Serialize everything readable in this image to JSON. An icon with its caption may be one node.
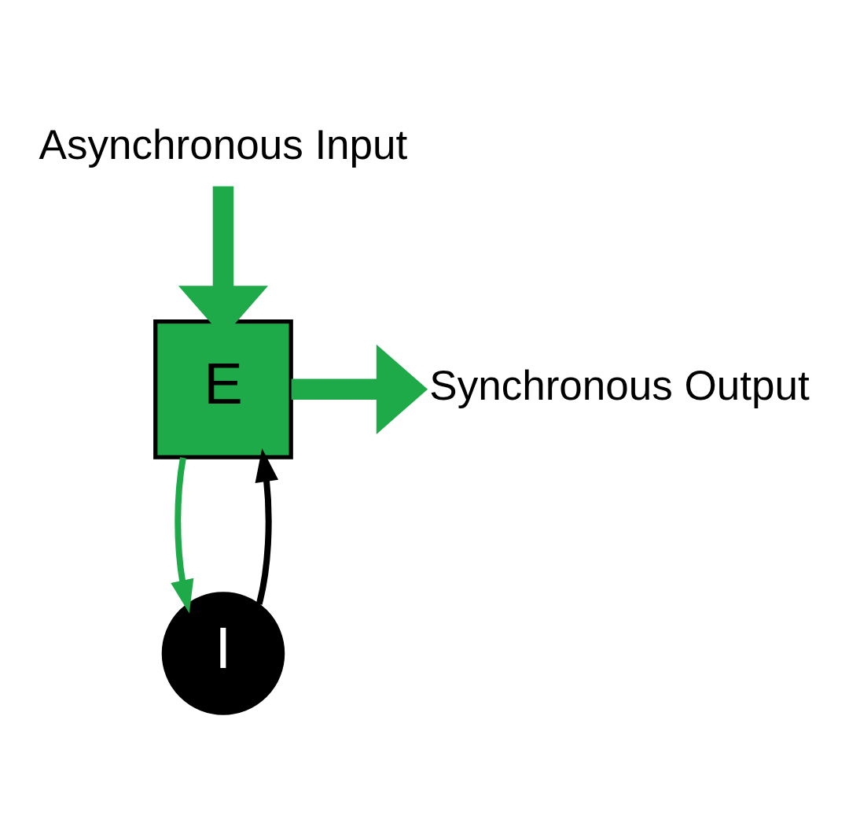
{
  "diagram": {
    "nodes": [
      {
        "text": [
          "Asynchronous Input"
        ]
      },
      {
        "text": [
          "E"
        ]
      },
      {
        "text": [
          "Synchronous Output"
        ]
      },
      {
        "text": [
          "I"
        ]
      }
    ],
    "edges": [
      {
        "from": 0,
        "to": 1,
        "arrow": "to",
        "style": "thick"
      },
      {
        "from": 1,
        "to": 2,
        "arrow": "to",
        "style": "thick"
      },
      {
        "from": 3,
        "to": 1,
        "arrow": "to",
        "color": "#000000"
      },
      {
        "from": 1,
        "to": 3,
        "arrow": "to"
      }
    ]
  }
}
